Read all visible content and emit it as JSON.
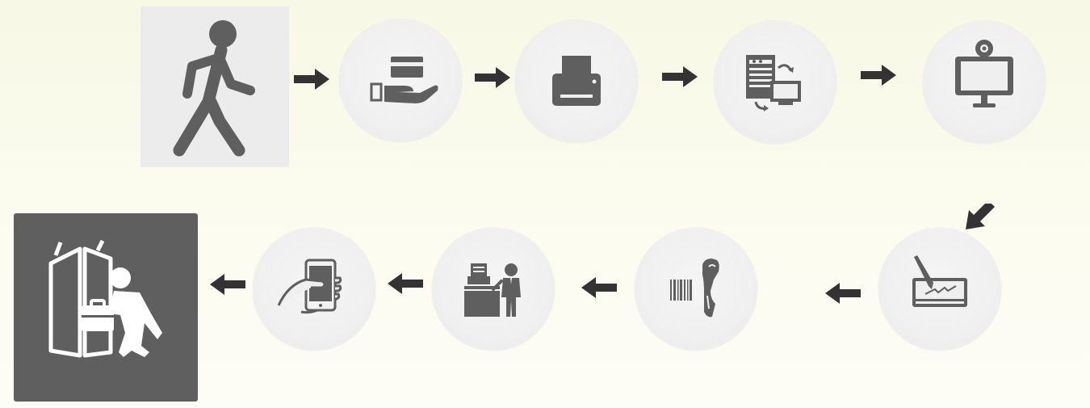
{
  "flow": {
    "steps": [
      {
        "id": "start",
        "icon": "walking-person-icon"
      },
      {
        "id": "card",
        "icon": "hand-card-icon"
      },
      {
        "id": "print",
        "icon": "printer-icon"
      },
      {
        "id": "data",
        "icon": "data-exchange-icon"
      },
      {
        "id": "video",
        "icon": "webcam-monitor-icon"
      },
      {
        "id": "sign",
        "icon": "signature-pad-icon"
      },
      {
        "id": "scan",
        "icon": "barcode-scanner-icon"
      },
      {
        "id": "counter",
        "icon": "service-counter-icon"
      },
      {
        "id": "mobile",
        "icon": "mobile-phone-icon"
      },
      {
        "id": "exit",
        "icon": "exit-door-person-icon"
      }
    ],
    "colors": {
      "icon": "#5f5f5f",
      "arrow": "#333333",
      "start_tile": "#ececec",
      "end_tile": "#5f5f5f",
      "node": "#efefef"
    }
  }
}
